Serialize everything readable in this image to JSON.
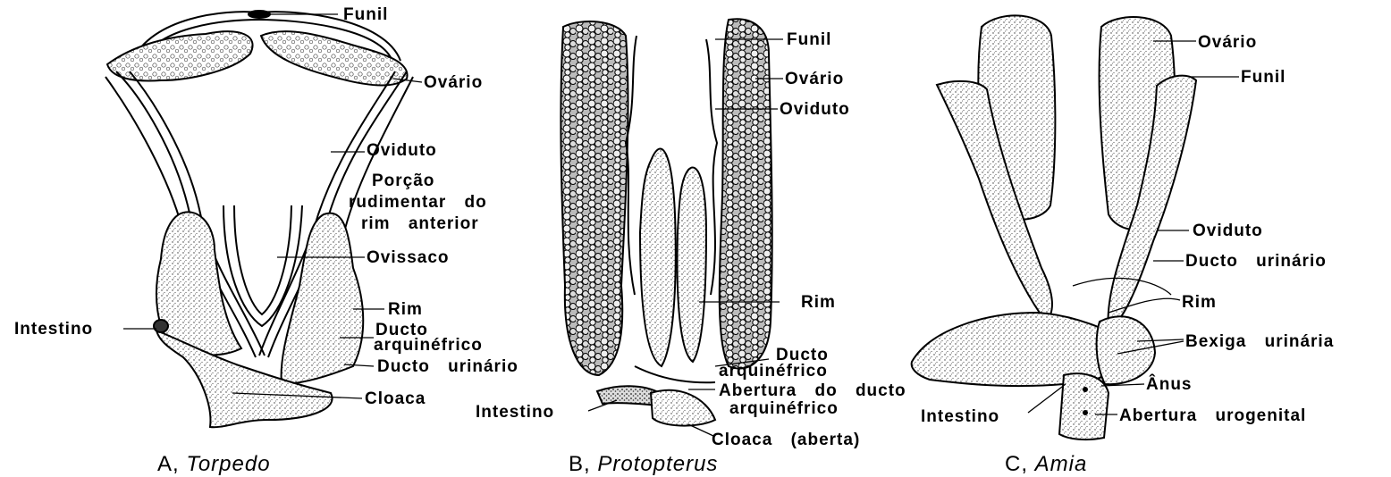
{
  "panels": [
    {
      "caption_letter": "A,",
      "caption_genus": "Torpedo",
      "labels": {
        "funil": "Funil",
        "ovario": "Ovário",
        "oviduto": "Oviduto",
        "porcao_1": "Porção",
        "porcao_2": "rudimentar do",
        "porcao_3": "rim anterior",
        "ovissaco": "Ovissaco",
        "intestino": "Intestino",
        "rim": "Rim",
        "ducto_arq_1": "Ducto",
        "ducto_arq_2": "arquinéfrico",
        "ducto_urinario": "Ducto urinário",
        "cloaca": "Cloaca"
      }
    },
    {
      "caption_letter": "B,",
      "caption_genus": "Protopterus",
      "labels": {
        "funil": "Funil",
        "ovario": "Ovário",
        "oviduto": "Oviduto",
        "rim": "Rim",
        "ducto_arq_1": "Ducto",
        "ducto_arq_2": "arquinéfrico",
        "abertura_1": "Abertura do ducto",
        "abertura_2": "arquinéfrico",
        "intestino": "Intestino",
        "cloaca": "Cloaca (aberta)"
      }
    },
    {
      "caption_letter": "C,",
      "caption_genus": "Amia",
      "labels": {
        "ovario": "Ovário",
        "funil": "Funil",
        "oviduto": "Oviduto",
        "ducto_urinario": "Ducto urinário",
        "rim": "Rim",
        "bexiga": "Bexiga urinária",
        "anus": "Ânus",
        "intestino": "Intestino",
        "abertura_urogenital": "Abertura urogenital"
      }
    }
  ]
}
